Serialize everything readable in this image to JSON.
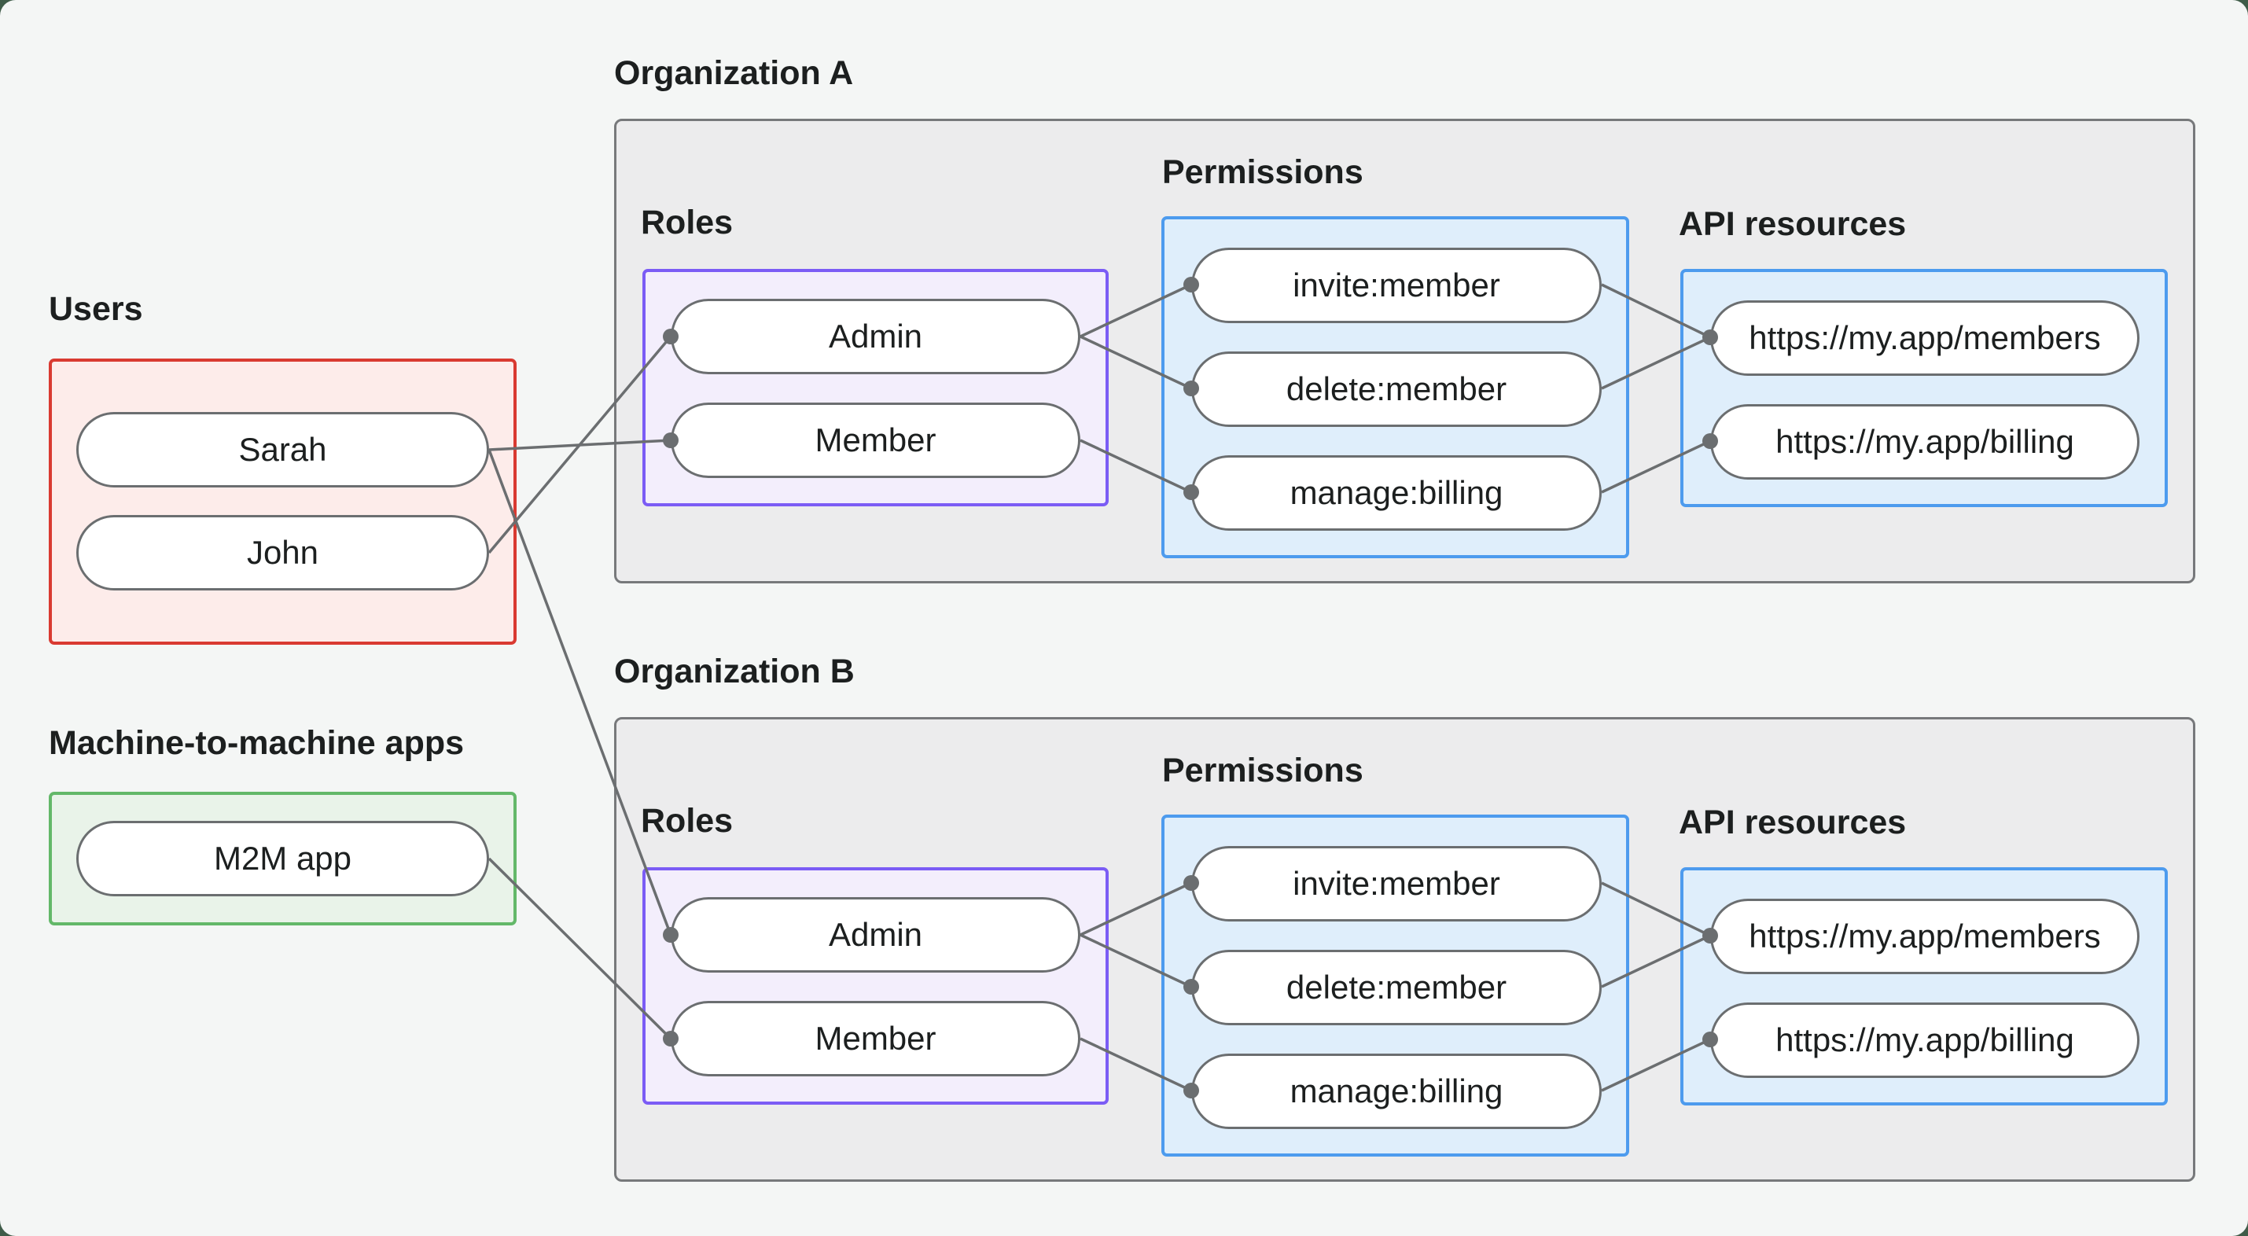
{
  "colors": {
    "backdrop": "#3f5c49",
    "canvas": "#f4f6f5",
    "org_fill": "#ececed",
    "org_border": "#77797b",
    "red_border": "#d93a31",
    "red_fill": "#fdecea",
    "green_border": "#63b869",
    "green_fill": "#e9f3e9",
    "purple_border": "#7b5cf5",
    "purple_fill": "#f3eefc",
    "blue_border": "#4d9bee",
    "blue_fill": "#dfeefb",
    "pill_border": "#6b6e70",
    "edge": "#6b6e70",
    "text": "#1c1f1f"
  },
  "users": {
    "label": "Users",
    "nodes": [
      {
        "id": "sarah",
        "label": "Sarah"
      },
      {
        "id": "john",
        "label": "John"
      }
    ]
  },
  "m2m": {
    "label": "Machine-to-machine apps",
    "nodes": [
      {
        "id": "m2m",
        "label": "M2M app"
      }
    ]
  },
  "orgs": [
    {
      "title": "Organization A",
      "roles_label": "Roles",
      "permissions_label": "Permissions",
      "api_label": "API resources",
      "roles": [
        {
          "id": "admin-a",
          "label": "Admin"
        },
        {
          "id": "member-a",
          "label": "Member"
        }
      ],
      "permissions": [
        {
          "id": "invite-a",
          "label": "invite:member"
        },
        {
          "id": "delete-a",
          "label": "delete:member"
        },
        {
          "id": "manage-a",
          "label": "manage:billing"
        }
      ],
      "apis": [
        {
          "id": "members-a",
          "label": "https://my.app/members"
        },
        {
          "id": "billing-a",
          "label": "https://my.app/billing"
        }
      ]
    },
    {
      "title": "Organization B",
      "roles_label": "Roles",
      "permissions_label": "Permissions",
      "api_label": "API resources",
      "roles": [
        {
          "id": "admin-b",
          "label": "Admin"
        },
        {
          "id": "member-b",
          "label": "Member"
        }
      ],
      "permissions": [
        {
          "id": "invite-b",
          "label": "invite:member"
        },
        {
          "id": "delete-b",
          "label": "delete:member"
        },
        {
          "id": "manage-b",
          "label": "manage:billing"
        }
      ],
      "apis": [
        {
          "id": "members-b",
          "label": "https://my.app/members"
        },
        {
          "id": "billing-b",
          "label": "https://my.app/billing"
        }
      ]
    }
  ],
  "edges": [
    [
      "sarah",
      "member-a"
    ],
    [
      "john",
      "admin-a"
    ],
    [
      "sarah",
      "admin-b"
    ],
    [
      "m2m",
      "member-b"
    ],
    [
      "admin-a",
      "invite-a"
    ],
    [
      "admin-a",
      "delete-a"
    ],
    [
      "member-a",
      "manage-a"
    ],
    [
      "invite-a",
      "members-a"
    ],
    [
      "delete-a",
      "members-a"
    ],
    [
      "manage-a",
      "billing-a"
    ],
    [
      "admin-b",
      "invite-b"
    ],
    [
      "admin-b",
      "delete-b"
    ],
    [
      "member-b",
      "manage-b"
    ],
    [
      "invite-b",
      "members-b"
    ],
    [
      "delete-b",
      "members-b"
    ],
    [
      "manage-b",
      "billing-b"
    ]
  ]
}
